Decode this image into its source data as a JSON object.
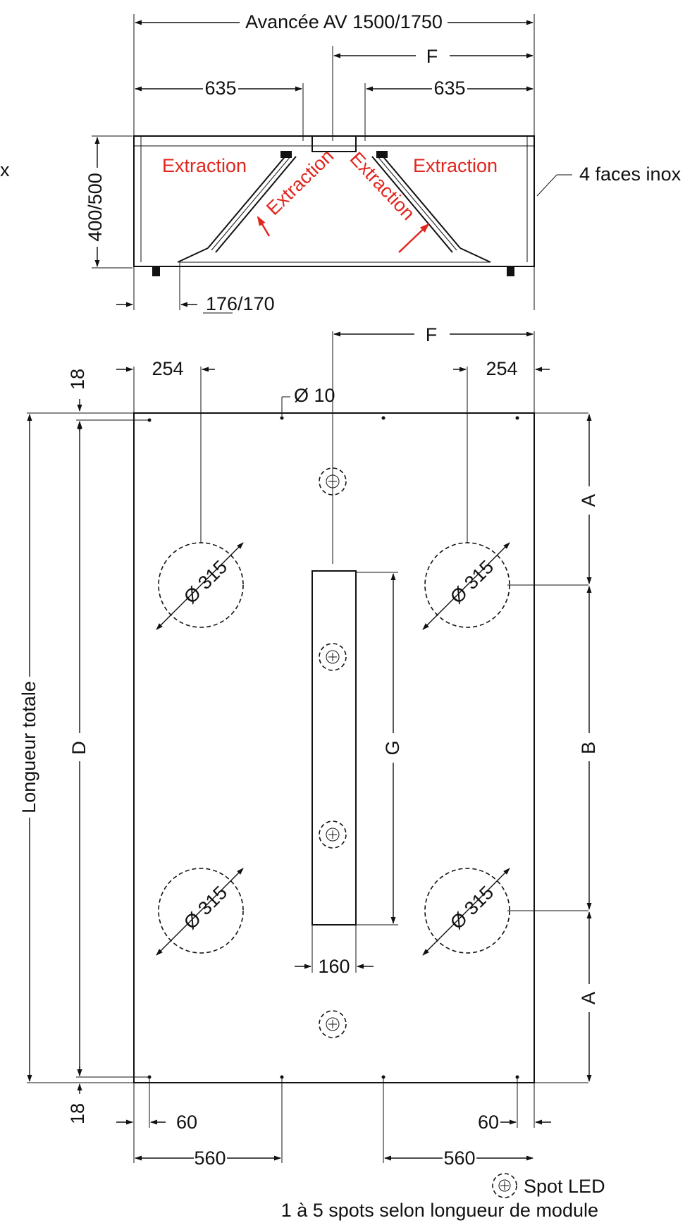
{
  "top_view": {
    "avancee": "Avancée AV 1500/1750",
    "f_label": "F",
    "left_width": "635",
    "right_width": "635",
    "height_label": "400/500",
    "foot_offset": "176/170",
    "faces_note": "4 faces inox",
    "cut_edge_text": "x",
    "extraction_labels": [
      "Extraction",
      "Extraction",
      "Extraction",
      "Extraction"
    ]
  },
  "plan_view": {
    "f_label": "F",
    "left_254": "254",
    "right_254": "254",
    "top_18": "18",
    "bottom_18": "18",
    "hole_diameter": "Ø 10",
    "collar_diameter": "Ø 315",
    "longueur_totale": "Longueur totale",
    "d_label": "D",
    "g_label": "G",
    "a_label": "A",
    "b_label": "B",
    "channel_width": "160",
    "left_60": "60",
    "right_60": "60",
    "left_560": "560",
    "right_560": "560"
  },
  "legend": {
    "spot_label": "Spot LED",
    "spot_note": "1 à 5 spots selon longueur de module"
  }
}
